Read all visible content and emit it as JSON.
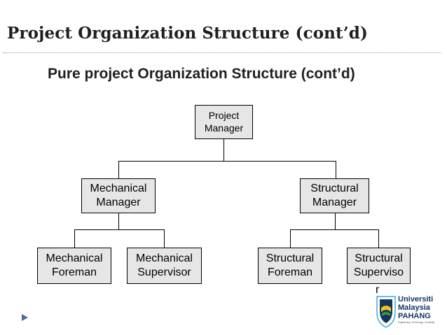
{
  "slide": {
    "title": "Project Organization Structure (cont’d)",
    "subtitle": "Pure project Organization Structure (cont’d)"
  },
  "org_chart": {
    "root": {
      "line1": "Project",
      "line2": "Manager"
    },
    "managers": [
      {
        "line1": "Mechanical",
        "line2": "Manager",
        "reports": [
          {
            "line1": "Mechanical",
            "line2": "Foreman"
          },
          {
            "line1": "Mechanical",
            "line2": "Supervisor"
          }
        ]
      },
      {
        "line1": "Structural",
        "line2": "Manager",
        "reports": [
          {
            "line1": "Structural",
            "line2": "Foreman"
          },
          {
            "line1": "Structural",
            "line2": "Superviso",
            "overflow": "r"
          }
        ]
      }
    ]
  },
  "logo": {
    "line1": "Universiti",
    "line2": "Malaysia",
    "line3": "PAHANG",
    "tagline": "Engineering • Technology • Creativity",
    "colors": {
      "blue": "#14335e",
      "green": "#2e9c4a",
      "yellow": "#f2c21b",
      "cyan": "#3fa9d8"
    }
  },
  "colors": {
    "node_fill": "#e6e6e6",
    "bullet": "#4a6c9b"
  }
}
